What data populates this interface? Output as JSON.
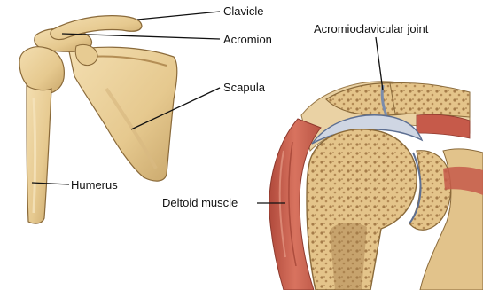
{
  "labels": {
    "clavicle": "Clavicle",
    "acromion": "Acromion",
    "scapula": "Scapula",
    "humerus": "Humerus",
    "acromioclavicular_joint": "Acromioclavicular joint",
    "deltoid_muscle": "Deltoid muscle"
  },
  "colors": {
    "bone": "#e9cf98",
    "bone_shadow": "#c9a76b",
    "bone_outline": "#8a6a3a",
    "muscle": "#c65a4a",
    "muscle_light": "#dc8a74",
    "cartilage": "#cfd6e3",
    "marrow": "#a57c49"
  }
}
